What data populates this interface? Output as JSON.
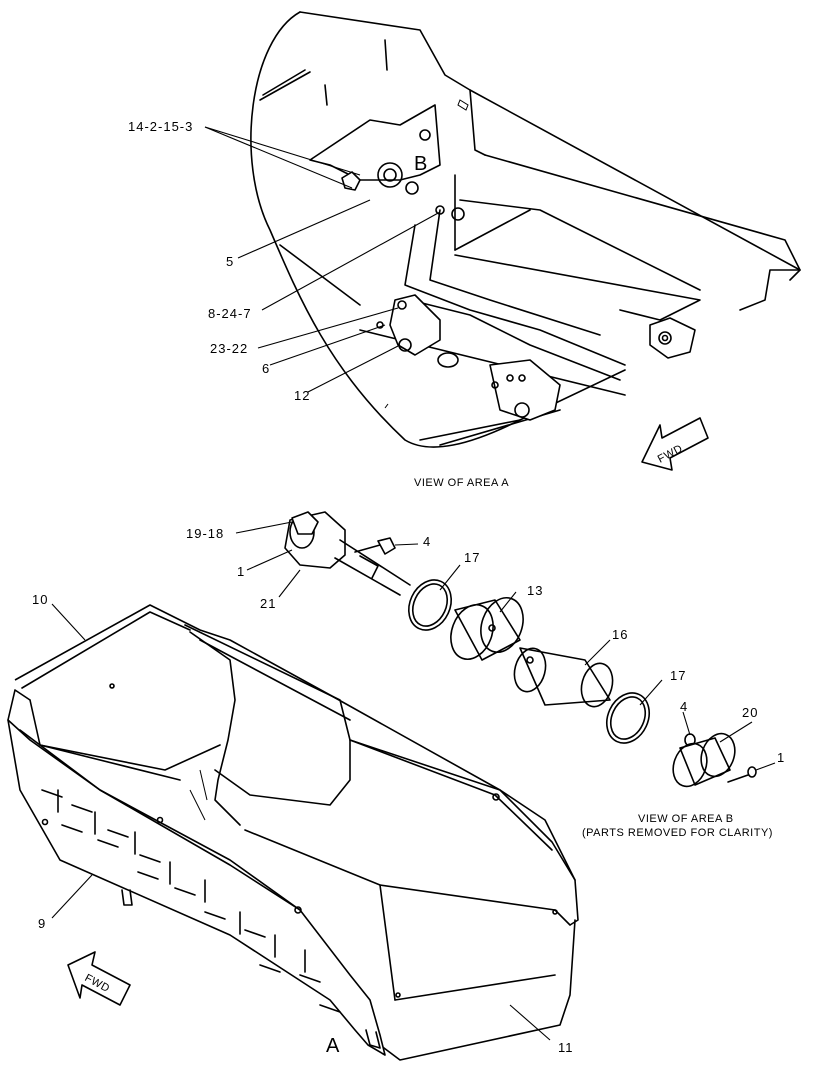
{
  "labels": {
    "l14": "14-2-15-3",
    "l5": "5",
    "l8": "8-24-7",
    "l23": "23-22",
    "l6": "6",
    "l12": "12",
    "lB": "B",
    "l1918": "19-18",
    "l1a": "1",
    "l21": "21",
    "l4a": "4",
    "l17a": "17",
    "l13": "13",
    "l16": "16",
    "l17b": "17",
    "l4b": "4",
    "l20": "20",
    "l1b": "1",
    "l10": "10",
    "l9": "9",
    "l11": "11",
    "lA": "A"
  },
  "captions": {
    "view_a": "VIEW OF AREA  A",
    "view_b_line1": "VIEW OF AREA B",
    "view_b_line2": "(PARTS REMOVED FOR CLARITY)"
  },
  "arrows": {
    "fwd_top": "FWD",
    "fwd_bottom": "FWD"
  }
}
